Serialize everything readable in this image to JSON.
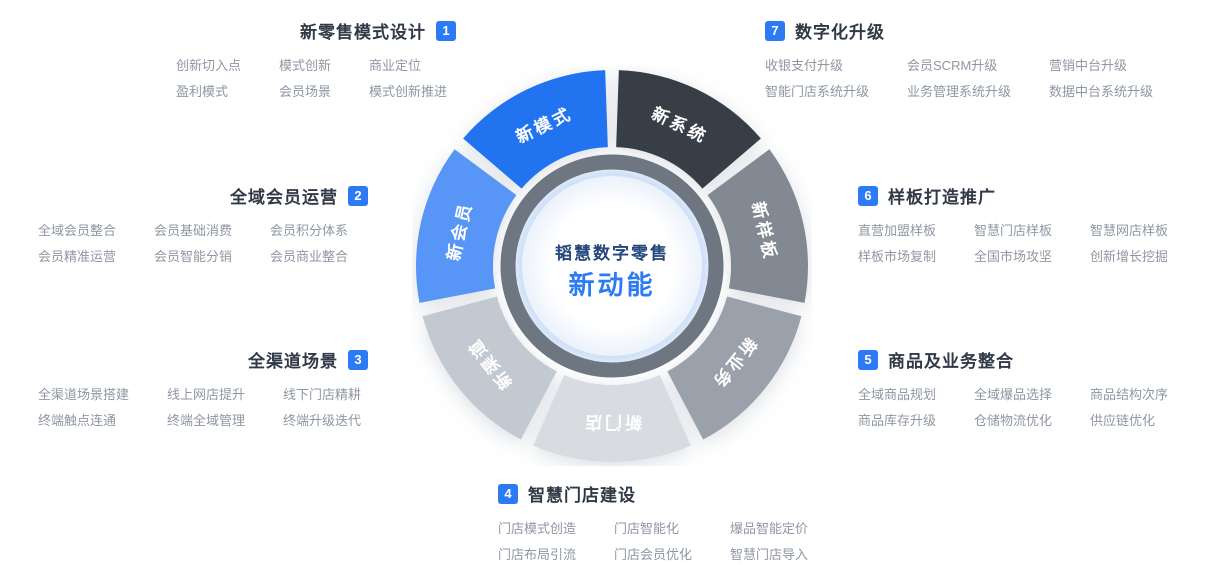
{
  "center": {
    "title": "韬慧数字零售",
    "subtitle": "新动能"
  },
  "wheel": {
    "note": "segments listed clockwise starting at 12 o'clock",
    "segments": [
      {
        "label": "新系统",
        "color": "#383e46"
      },
      {
        "label": "新样板",
        "color": "#828992"
      },
      {
        "label": "新业务",
        "color": "#9aa1ab"
      },
      {
        "label": "新门店",
        "color": "#d8dce1"
      },
      {
        "label": "新渠道",
        "color": "#c3c9d0"
      },
      {
        "label": "新会员",
        "color": "#5795f7"
      },
      {
        "label": "新模式",
        "color": "#2173f0"
      }
    ]
  },
  "sections": [
    {
      "num": "1",
      "title": "新零售模式设计",
      "badge_side": "right",
      "items": [
        "创新切入点",
        "模式创新",
        "商业定位",
        "盈利模式",
        "会员场景",
        "模式创新推进"
      ]
    },
    {
      "num": "2",
      "title": "全域会员运营",
      "badge_side": "right",
      "items": [
        "全域会员整合",
        "会员基础消费",
        "会员积分体系",
        "会员精准运营",
        "会员智能分销",
        "会员商业整合"
      ]
    },
    {
      "num": "3",
      "title": "全渠道场景",
      "badge_side": "right",
      "items": [
        "全渠道场景搭建",
        "线上网店提升",
        "线下门店精耕",
        "终端触点连通",
        "终端全域管理",
        "终端升级迭代"
      ]
    },
    {
      "num": "4",
      "title": "智慧门店建设",
      "badge_side": "left",
      "items": [
        "门店模式创造",
        "门店智能化",
        "爆品智能定价",
        "门店布局引流",
        "门店会员优化",
        "智慧门店导入"
      ]
    },
    {
      "num": "5",
      "title": "商品及业务整合",
      "badge_side": "left",
      "items": [
        "全域商品规划",
        "全域爆品选择",
        "商品结构次序",
        "商品库存升级",
        "仓储物流优化",
        "供应链优化"
      ]
    },
    {
      "num": "6",
      "title": "样板打造推广",
      "badge_side": "left",
      "items": [
        "直营加盟样板",
        "智慧门店样板",
        "智慧网店样板",
        "样板市场复制",
        "全国市场攻坚",
        "创新增长挖掘"
      ]
    },
    {
      "num": "7",
      "title": "数字化升级",
      "badge_side": "left",
      "items": [
        "收银支付升级",
        "会员SCRM升级",
        "营销中台升级",
        "智能门店系统升级",
        "业务管理系统升级",
        "数据中台系统升级"
      ]
    }
  ],
  "colors": {
    "accent": "#2d7bf4",
    "ring": "#6e7681",
    "glow": "#cfe0f8",
    "center_title": "#24467d",
    "title_text": "#313947",
    "item_text": "#8f97a3"
  }
}
